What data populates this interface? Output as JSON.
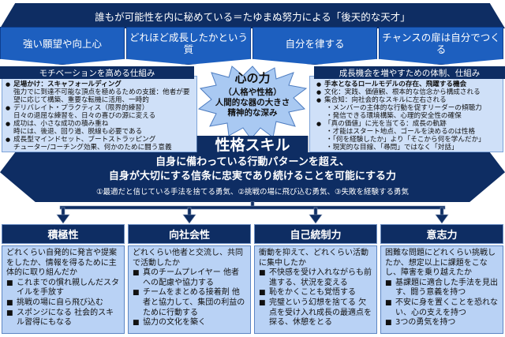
{
  "top_banner": "誰もが可能性を内に秘めている＝たゆまぬ努力による「後天的な天才」",
  "qualities": [
    "強い願望や向上心",
    "どれほど成長したかという質",
    "自分を律する",
    "チャンスの扉は自分でつくる"
  ],
  "left_panel": {
    "title": "モチベーションを高める仕組み",
    "items": [
      {
        "head": "足場かけ：スキャフォールディング",
        "sub": [
          "強力でに到達不可能な頂点を極めるための支援：他者が要望に応じて構築、重要な転機に活用、一時的"
        ]
      },
      {
        "head": "デリバレイト・プラクティス（限界的練習）",
        "sub": [
          "日々の退屈な練習を、日々の喜びの源に変える"
        ]
      },
      {
        "head": "成功は、小さな成功の積み重ね",
        "sub": [
          "時には、後退、回り道、脱線も必要である"
        ]
      },
      {
        "head": "成長型マインドセット、ブートストラッピング",
        "sub": [
          "チューター/コーチング効果、何かのために闘う意義"
        ]
      }
    ]
  },
  "right_panel": {
    "title": "成長機会を増やすための体制、仕組み",
    "items": [
      {
        "head": "手本となるロールモデルの存在、飛躍する機会",
        "sub": []
      },
      {
        "head": "文化：実践、価値観、根本的な信念から構成される",
        "sub": []
      },
      {
        "head": "集合知：向社会的なスキルに左右される",
        "sub": [
          "・メンバーの主体的な行動を促すリーダーの傾聴力",
          "・発信できる環境構築、心理的安全性の確保"
        ]
      },
      {
        "head": "「真の価値」に光を当てる：成長の軌跡",
        "sub": [
          "・才能はスタート地点、ゴールを決めるのは性格",
          "・「何を経験したか」より「そこから何を学んだか」",
          "・現実的な目線、「尋問」ではなく「対話」"
        ]
      }
    ]
  },
  "center": {
    "title": "心の力",
    "lines": [
      "（人格や性格）",
      "人間的な器の大きさ",
      "精神的な深み"
    ]
  },
  "skill": {
    "title": "性格スキル",
    "desc": [
      "自身に備わっている行動パターンを超え、",
      "自身が大切にする信条に忠実であり続けることを可能にする力"
    ],
    "courage": "①最適だと信じている手法を捨てる勇気、②挑戦の場に飛び込む勇気、③失敗を経験する勇気"
  },
  "columns": [
    {
      "title": "積極性",
      "intro": "どれくらい自発的に発言や提案をしたか、情報を得るために主体的に取り組んだか",
      "items": [
        "これまでの慣れ親しんだスタイルを手放す",
        "挑戦の場に自ら飛び込む",
        "スポンジになる 社会的スキル習得にもなる"
      ]
    },
    {
      "title": "向社会性",
      "intro": "どれくらい他者と交流し、共同で活動したか",
      "items": [
        "真のチームプレイヤー 他者への配慮や協力する",
        "チームをまとめる接着剤 他者と協力して、集団の利益のために行動する",
        "協力の文化を築く"
      ]
    },
    {
      "title": "自己統制力",
      "intro": "衝動を抑えて、どれくらい活動に集中したか",
      "items": [
        "不快感を受け入れながらも前進する、状況を変える",
        "恥をかくことも覚悟する",
        "完璧という幻想を捨てる 欠点を受け入れ成長の最適点を探る、休憩をとる"
      ]
    },
    {
      "title": "意志力",
      "intro": "困難な問題にどれくらい挑戦したか、想定以上に課題をこなし、障害を乗り越えたか",
      "items": [
        "基課題に適合した手法を見出す、闘う意義を持つ",
        "不安に身を置くことを恐れない、心の支えを持つ",
        "3つの勇気を持つ"
      ]
    }
  ],
  "colors": {
    "navy": "#0e2d63",
    "blue": "#1d5fbf",
    "light": "#b9d2f5",
    "star": "#a9c9f2"
  }
}
